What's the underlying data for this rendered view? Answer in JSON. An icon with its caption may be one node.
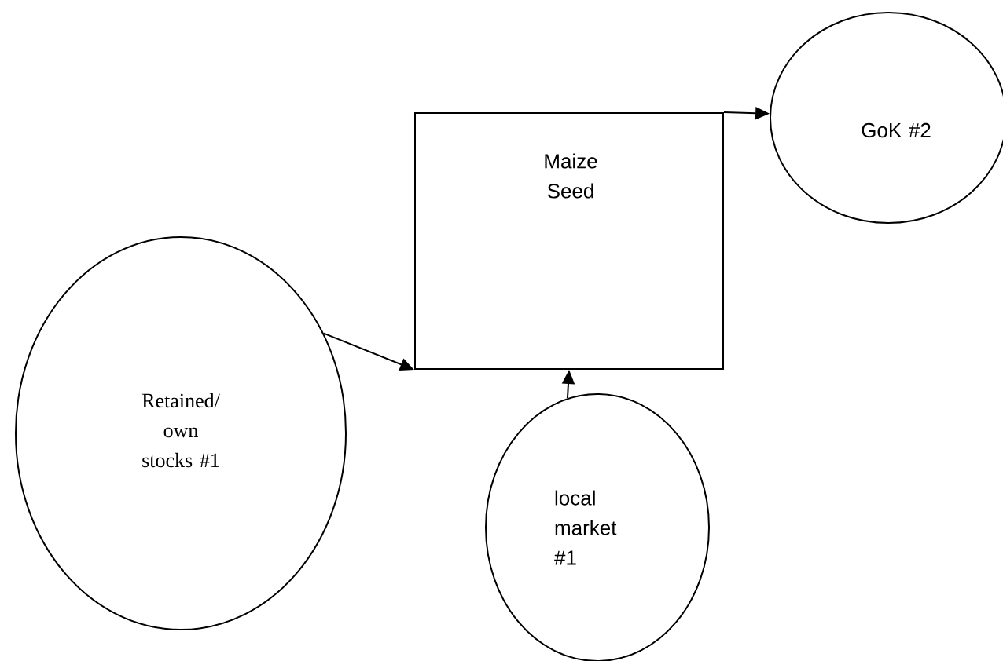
{
  "diagram": {
    "nodes": [
      {
        "text": [
          "Maize Seed"
        ]
      },
      {
        "text": [
          "Retained/ own stocks #1"
        ]
      },
      {
        "text": [
          "GoK #2"
        ]
      },
      {
        "text": [
          "local market #1"
        ]
      }
    ],
    "edges": [
      {
        "from": 1,
        "to": 0,
        "arrow": "to"
      },
      {
        "from": 3,
        "to": 0,
        "arrow": "to"
      },
      {
        "from": 0,
        "to": 2,
        "arrow": "to"
      }
    ]
  }
}
